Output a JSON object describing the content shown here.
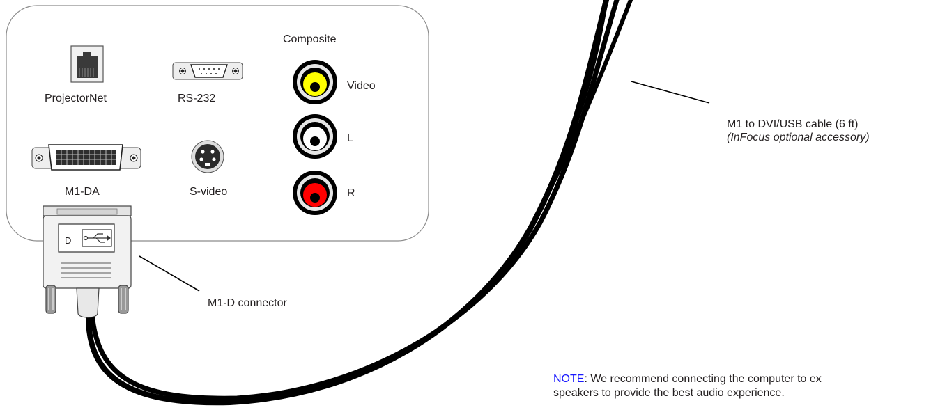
{
  "panel": {
    "composite_heading": "Composite",
    "ports": [
      {
        "name": "projectornet",
        "label": "ProjectorNet"
      },
      {
        "name": "rs232",
        "label": "RS-232"
      },
      {
        "name": "m1da",
        "label": "M1-DA"
      },
      {
        "name": "svideo",
        "label": "S-video"
      }
    ],
    "rca": [
      {
        "name": "video",
        "label": "Video",
        "color": "#ffff00"
      },
      {
        "name": "left",
        "label": "L",
        "color": "#ffffff"
      },
      {
        "name": "right",
        "label": "R",
        "color": "#ff0000"
      }
    ]
  },
  "connector": {
    "label": "M1-D connector",
    "face_letter": "D",
    "usb_icon": "usb-icon"
  },
  "cable": {
    "label": "M1 to DVI/USB cable (6 ft)",
    "sublabel": "(InFocus optional accessory)"
  },
  "note": {
    "key": "NOTE",
    "line1": ": We recommend connecting the computer to ex",
    "line2": "speakers to provide the best audio experience."
  }
}
